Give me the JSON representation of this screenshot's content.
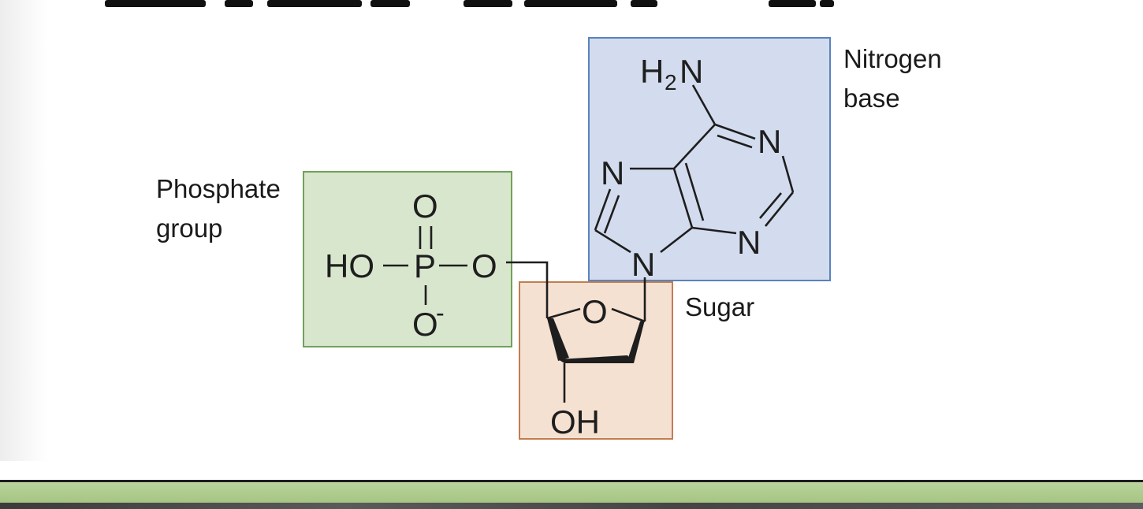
{
  "labels": {
    "phosphate_line1": "Phosphate",
    "phosphate_line2": "group",
    "sugar": "Sugar",
    "nitrogen_line1": "Nitrogen",
    "nitrogen_line2": "base"
  },
  "atoms": {
    "ho": "HO",
    "p": "P",
    "o": "O",
    "o_minus": "O",
    "minus": "-",
    "oh": "OH",
    "n": "N",
    "h2n_h": "H",
    "h2n_2": "2",
    "h2n_n": "N"
  },
  "colors": {
    "phosphate_fill": "#d8e6cd",
    "phosphate_border": "#72a05a",
    "sugar_fill": "#f5e1d2",
    "sugar_border": "#c07e50",
    "nitrogen_fill": "#d3dcee",
    "nitrogen_border": "#5a82bf"
  }
}
